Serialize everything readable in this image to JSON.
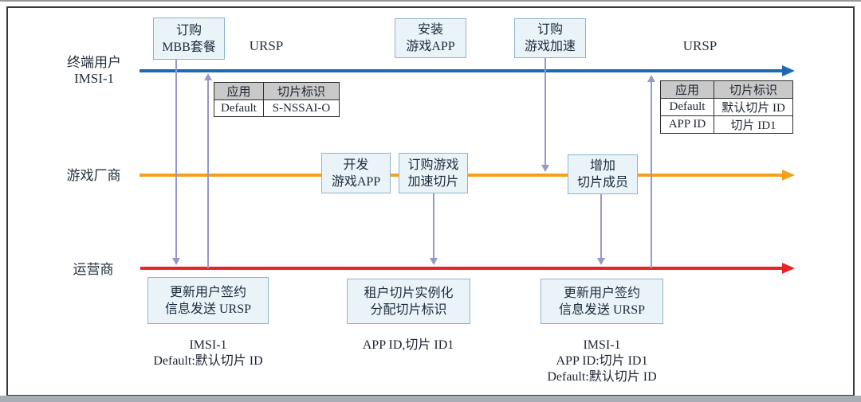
{
  "lanes": {
    "user": {
      "line1": "终端用户",
      "line2": "IMSI-1",
      "color": "#1c69b3"
    },
    "vendor": {
      "label": "游戏厂商",
      "color": "#f4a11c"
    },
    "operator": {
      "label": "运营商",
      "color": "#e62329"
    }
  },
  "ursp": {
    "left": "URSP",
    "right": "URSP"
  },
  "boxes": {
    "subscribe_mbb": {
      "line1": "订购",
      "line2": "MBB套餐"
    },
    "install_app": {
      "line1": "安装",
      "line2": "游戏APP"
    },
    "subscribe_boost": {
      "line1": "订购",
      "line2": "游戏加速"
    },
    "develop_app": {
      "line1": "开发",
      "line2": "游戏APP"
    },
    "subscribe_slice": {
      "line1": "订购游戏",
      "line2": "加速切片"
    },
    "add_member": {
      "line1": "增加",
      "line2": "切片成员"
    },
    "update_sub_1": {
      "line1": "更新用户签约",
      "line2": "信息发送 URSP"
    },
    "instantiate": {
      "line1": "租户切片实例化",
      "line2": "分配切片标识"
    },
    "update_sub_2": {
      "line1": "更新用户签约",
      "line2": "信息发送 URSP"
    }
  },
  "tables": {
    "initial": {
      "headers": [
        "应用",
        "切片标识"
      ],
      "rows": [
        [
          "Default",
          "S-NSSAI-O"
        ]
      ]
    },
    "updated": {
      "headers": [
        "应用",
        "切片标识"
      ],
      "rows": [
        [
          "Default",
          "默认切片 ID"
        ],
        [
          "APP ID",
          "切片 ID1"
        ]
      ]
    }
  },
  "notes": {
    "first": {
      "line1": "IMSI-1",
      "line2": "Default:默认切片 ID"
    },
    "second": {
      "line1": "APP ID,切片 ID1"
    },
    "third": {
      "line1": "IMSI-1",
      "line2": "APP ID:切片 ID1",
      "line3": "Default:默认切片 ID"
    }
  },
  "colors": {
    "user_lane": "#1c69b3",
    "vendor_lane": "#f4a11c",
    "operator_lane": "#e62329",
    "message_arrow": "#9598cb",
    "box_fill": "#e9f3f8",
    "box_border": "#8ab4cf",
    "table_header_fill": "#c9c9c9"
  }
}
